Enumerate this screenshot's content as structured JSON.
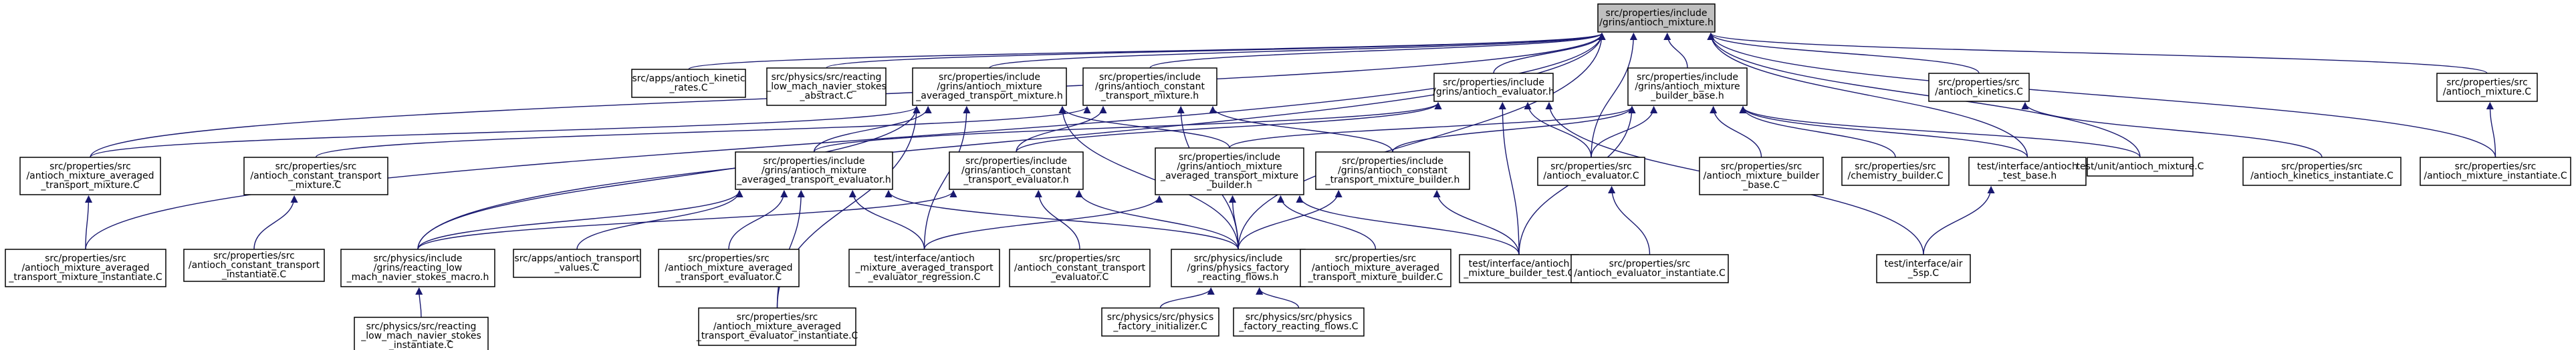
{
  "graph": {
    "title": "",
    "colors": {
      "edge": "#191970",
      "root_fill": "#bfbfbf",
      "node_fill": "#ffffff",
      "node_border": "#000000"
    },
    "nodes": [
      {
        "id": "n_root",
        "lines": [
          "src/properties/include",
          "/grins/antioch_mixture.h"
        ],
        "root": true
      },
      {
        "id": "n_kin_rates",
        "lines": [
          "src/apps/antioch_kinetic",
          "_rates.C"
        ]
      },
      {
        "id": "n_reacting_abs",
        "lines": [
          "src/physics/src/reacting",
          "_low_mach_navier_stokes",
          "_abstract.C"
        ]
      },
      {
        "id": "n_avg_transport_h",
        "lines": [
          "src/properties/include",
          "/grins/antioch_mixture",
          "_averaged_transport_mixture.h"
        ]
      },
      {
        "id": "n_const_transport_h",
        "lines": [
          "src/properties/include",
          "/grins/antioch_constant",
          "_transport_mixture.h"
        ]
      },
      {
        "id": "n_evaluator_h",
        "lines": [
          "src/properties/include",
          "/grins/antioch_evaluator.h"
        ]
      },
      {
        "id": "n_builder_base_h",
        "lines": [
          "src/properties/include",
          "/grins/antioch_mixture",
          "_builder_base.h"
        ]
      },
      {
        "id": "n_kinetics_C",
        "lines": [
          "src/properties/src",
          "/antioch_kinetics.C"
        ]
      },
      {
        "id": "n_mixture_C",
        "lines": [
          "src/properties/src",
          "/antioch_mixture.C"
        ]
      },
      {
        "id": "n_avg_transport_mix_C",
        "lines": [
          "src/properties/src",
          "/antioch_mixture_averaged",
          "_transport_mixture.C"
        ]
      },
      {
        "id": "n_const_transport_mix_C",
        "lines": [
          "src/properties/src",
          "/antioch_constant_transport",
          "_mixture.C"
        ]
      },
      {
        "id": "n_avg_eval_h",
        "lines": [
          "src/properties/include",
          "/grins/antioch_mixture",
          "_averaged_transport_evaluator.h"
        ]
      },
      {
        "id": "n_const_eval_h",
        "lines": [
          "src/properties/include",
          "/grins/antioch_constant",
          "_transport_evaluator.h"
        ]
      },
      {
        "id": "n_avg_builder_h",
        "lines": [
          "src/properties/include",
          "/grins/antioch_mixture",
          "_averaged_transport_mixture",
          "_builder.h"
        ]
      },
      {
        "id": "n_const_builder_h",
        "lines": [
          "src/properties/include",
          "/grins/antioch_constant",
          "_transport_mixture_builder.h"
        ]
      },
      {
        "id": "n_evaluator_C",
        "lines": [
          "src/properties/src",
          "/antioch_evaluator.C"
        ]
      },
      {
        "id": "n_builder_base_C",
        "lines": [
          "src/properties/src",
          "/antioch_mixture_builder",
          "_base.C"
        ]
      },
      {
        "id": "n_chem_builder_C",
        "lines": [
          "src/properties/src",
          "/chemistry_builder.C"
        ]
      },
      {
        "id": "n_test_base_h",
        "lines": [
          "test/interface/antioch",
          "_test_base.h"
        ]
      },
      {
        "id": "n_unit_mixture_C",
        "lines": [
          "test/unit/antioch_mixture.C"
        ]
      },
      {
        "id": "n_kin_inst_C",
        "lines": [
          "src/properties/src",
          "/antioch_kinetics_instantiate.C"
        ]
      },
      {
        "id": "n_mix_inst_C",
        "lines": [
          "src/properties/src",
          "/antioch_mixture_instantiate.C"
        ]
      },
      {
        "id": "n_avg_mix_inst_C",
        "lines": [
          "src/properties/src",
          "/antioch_mixture_averaged",
          "_transport_mixture_instantiate.C"
        ]
      },
      {
        "id": "n_const_inst_C",
        "lines": [
          "src/properties/src",
          "/antioch_constant_transport",
          "_instantiate.C"
        ]
      },
      {
        "id": "n_reacting_macro_h",
        "lines": [
          "src/physics/include",
          "/grins/reacting_low",
          "_mach_navier_stokes_macro.h"
        ]
      },
      {
        "id": "n_transport_values_C",
        "lines": [
          "src/apps/antioch_transport",
          "_values.C"
        ]
      },
      {
        "id": "n_avg_eval_C",
        "lines": [
          "src/properties/src",
          "/antioch_mixture_averaged",
          "_transport_evaluator.C"
        ]
      },
      {
        "id": "n_regression_C",
        "lines": [
          "test/interface/antioch",
          "_mixture_averaged_transport",
          "_evaluator_regression.C"
        ]
      },
      {
        "id": "n_const_eval_C",
        "lines": [
          "src/properties/src",
          "/antioch_constant_transport",
          "_evaluator.C"
        ]
      },
      {
        "id": "n_factory_h",
        "lines": [
          "src/physics/include",
          "/grins/physics_factory",
          "_reacting_flows.h"
        ]
      },
      {
        "id": "n_avg_builder_C",
        "lines": [
          "src/properties/src",
          "/antioch_mixture_averaged",
          "_transport_mixture_builder.C"
        ]
      },
      {
        "id": "n_builder_test_C",
        "lines": [
          "test/interface/antioch",
          "_mixture_builder_test.C"
        ]
      },
      {
        "id": "n_eval_inst_C",
        "lines": [
          "src/properties/src",
          "/antioch_evaluator_instantiate.C"
        ]
      },
      {
        "id": "n_air5sp_C",
        "lines": [
          "test/interface/air",
          "_5sp.C"
        ]
      },
      {
        "id": "n_reacting_inst_C",
        "lines": [
          "src/physics/src/reacting",
          "_low_mach_navier_stokes",
          "_instantiate.C"
        ]
      },
      {
        "id": "n_avg_eval_inst_C",
        "lines": [
          "src/properties/src",
          "/antioch_mixture_averaged",
          "_transport_evaluator_instantiate.C"
        ]
      },
      {
        "id": "n_factory_init_C",
        "lines": [
          "src/physics/src/physics",
          "_factory_initializer.C"
        ]
      },
      {
        "id": "n_factory_flows_C",
        "lines": [
          "src/physics/src/physics",
          "_factory_reacting_flows.C"
        ]
      }
    ],
    "edges": [
      [
        "n_kin_rates",
        "n_root"
      ],
      [
        "n_reacting_abs",
        "n_root"
      ],
      [
        "n_avg_transport_h",
        "n_root"
      ],
      [
        "n_const_transport_h",
        "n_root"
      ],
      [
        "n_evaluator_h",
        "n_root"
      ],
      [
        "n_builder_base_h",
        "n_root"
      ],
      [
        "n_kinetics_C",
        "n_root"
      ],
      [
        "n_mixture_C",
        "n_root"
      ],
      [
        "n_avg_transport_mix_C",
        "n_root"
      ],
      [
        "n_evaluator_C",
        "n_root"
      ],
      [
        "n_test_base_h",
        "n_root"
      ],
      [
        "n_unit_mixture_C",
        "n_root"
      ],
      [
        "n_mix_inst_C",
        "n_root"
      ],
      [
        "n_factory_h",
        "n_root"
      ],
      [
        "n_reacting_macro_h",
        "n_root"
      ],
      [
        "n_avg_mix_inst_C",
        "n_root"
      ],
      [
        "n_avg_transport_mix_C",
        "n_avg_transport_h"
      ],
      [
        "n_avg_eval_h",
        "n_avg_transport_h"
      ],
      [
        "n_avg_builder_h",
        "n_avg_transport_h"
      ],
      [
        "n_reacting_macro_h",
        "n_avg_transport_h"
      ],
      [
        "n_regression_C",
        "n_avg_transport_h"
      ],
      [
        "n_factory_h",
        "n_avg_transport_h"
      ],
      [
        "n_avg_eval_inst_C",
        "n_avg_transport_h"
      ],
      [
        "n_const_transport_mix_C",
        "n_const_transport_h"
      ],
      [
        "n_const_eval_h",
        "n_const_transport_h"
      ],
      [
        "n_const_builder_h",
        "n_const_transport_h"
      ],
      [
        "n_factory_h",
        "n_const_transport_h"
      ],
      [
        "n_avg_eval_h",
        "n_evaluator_h"
      ],
      [
        "n_const_eval_h",
        "n_evaluator_h"
      ],
      [
        "n_evaluator_C",
        "n_evaluator_h"
      ],
      [
        "n_builder_test_C",
        "n_evaluator_h"
      ],
      [
        "n_air5sp_C",
        "n_evaluator_h"
      ],
      [
        "n_avg_builder_h",
        "n_builder_base_h"
      ],
      [
        "n_const_builder_h",
        "n_builder_base_h"
      ],
      [
        "n_evaluator_C",
        "n_builder_base_h"
      ],
      [
        "n_builder_base_C",
        "n_builder_base_h"
      ],
      [
        "n_chem_builder_C",
        "n_builder_base_h"
      ],
      [
        "n_test_base_h",
        "n_builder_base_h"
      ],
      [
        "n_unit_mixture_C",
        "n_builder_base_h"
      ],
      [
        "n_builder_test_C",
        "n_builder_base_h"
      ],
      [
        "n_kin_inst_C",
        "n_kinetics_C"
      ],
      [
        "n_mix_inst_C",
        "n_mixture_C"
      ],
      [
        "n_avg_mix_inst_C",
        "n_avg_transport_mix_C"
      ],
      [
        "n_const_inst_C",
        "n_const_transport_mix_C"
      ],
      [
        "n_reacting_macro_h",
        "n_avg_eval_h"
      ],
      [
        "n_transport_values_C",
        "n_avg_eval_h"
      ],
      [
        "n_avg_eval_C",
        "n_avg_eval_h"
      ],
      [
        "n_regression_C",
        "n_avg_eval_h"
      ],
      [
        "n_factory_h",
        "n_avg_eval_h"
      ],
      [
        "n_avg_eval_inst_C",
        "n_avg_eval_h"
      ],
      [
        "n_reacting_macro_h",
        "n_const_eval_h"
      ],
      [
        "n_const_eval_C",
        "n_const_eval_h"
      ],
      [
        "n_factory_h",
        "n_const_eval_h"
      ],
      [
        "n_regression_C",
        "n_avg_builder_h"
      ],
      [
        "n_factory_h",
        "n_avg_builder_h"
      ],
      [
        "n_avg_builder_C",
        "n_avg_builder_h"
      ],
      [
        "n_builder_test_C",
        "n_avg_builder_h"
      ],
      [
        "n_factory_h",
        "n_const_builder_h"
      ],
      [
        "n_builder_test_C",
        "n_const_builder_h"
      ],
      [
        "n_eval_inst_C",
        "n_evaluator_C"
      ],
      [
        "n_air5sp_C",
        "n_test_base_h"
      ],
      [
        "n_reacting_inst_C",
        "n_reacting_macro_h"
      ],
      [
        "n_factory_init_C",
        "n_factory_h"
      ],
      [
        "n_factory_flows_C",
        "n_factory_h"
      ]
    ]
  }
}
